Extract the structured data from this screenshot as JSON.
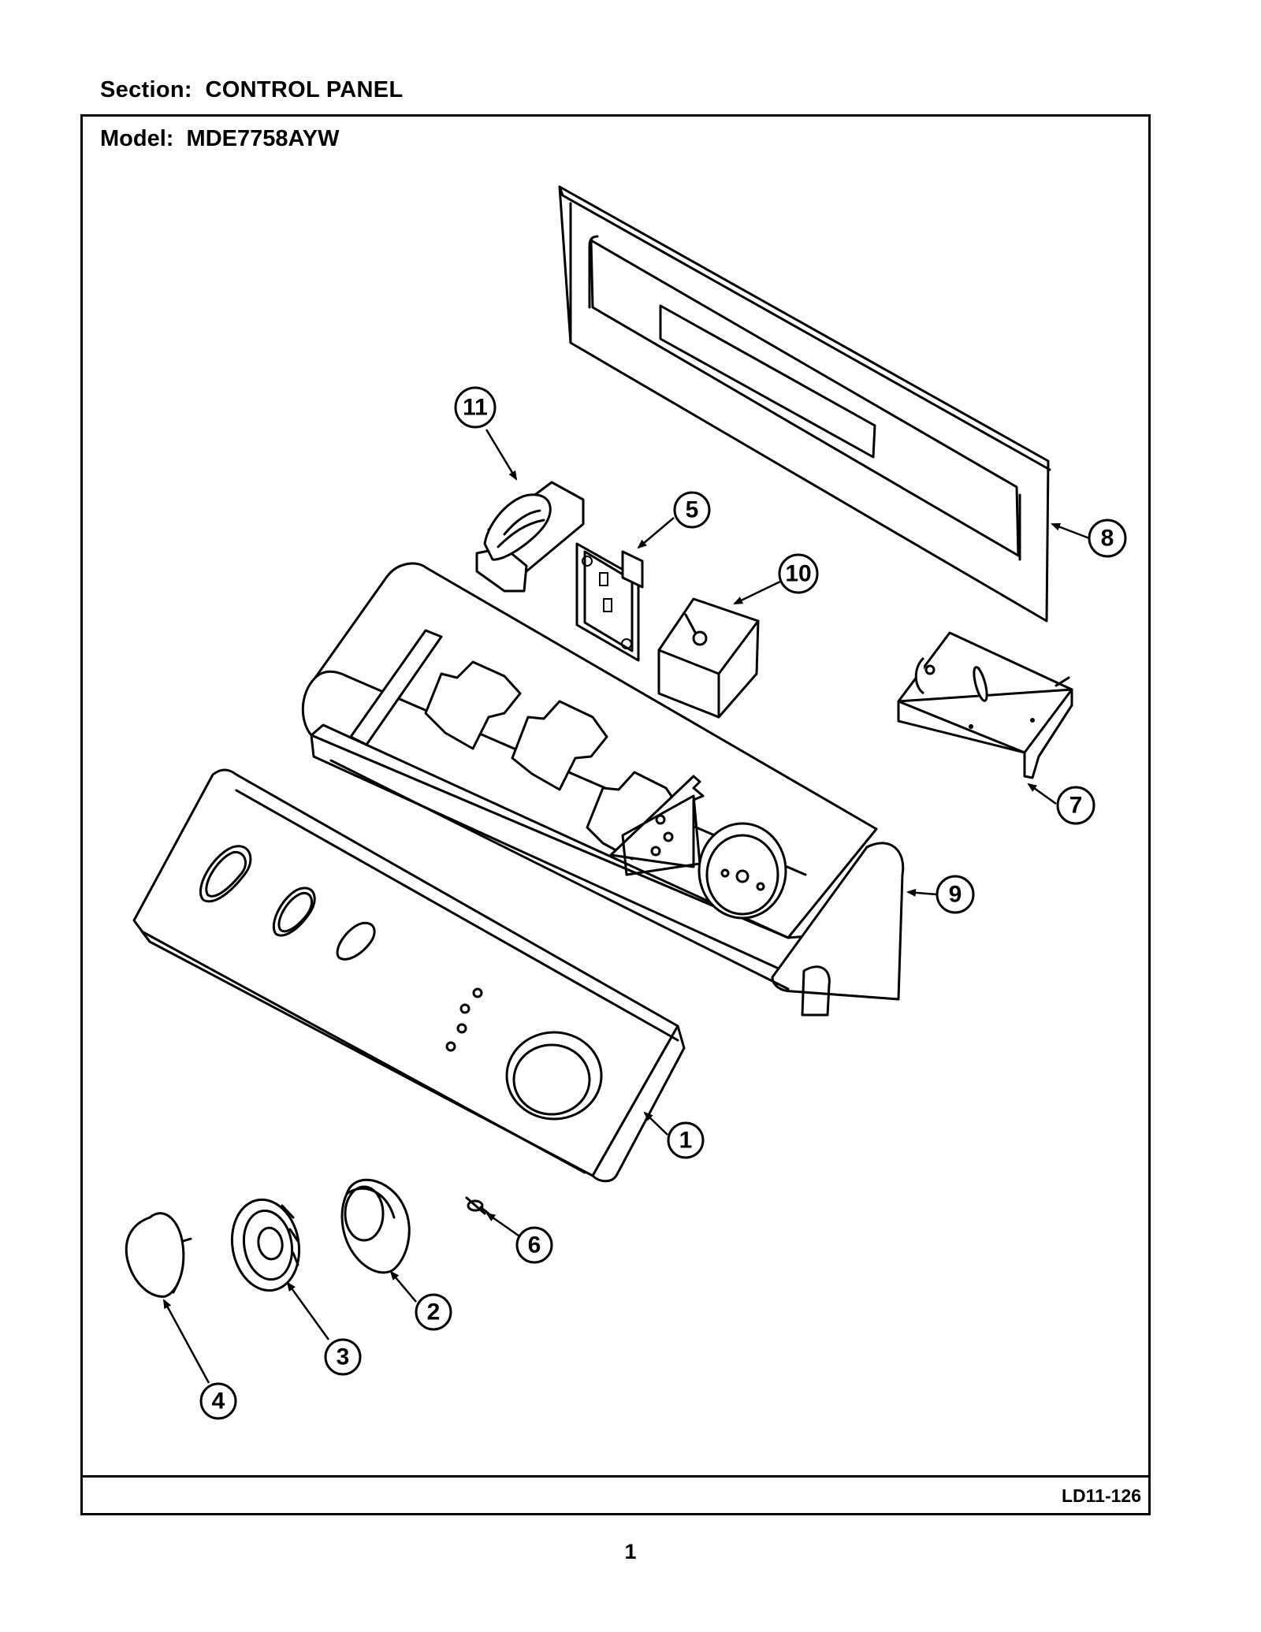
{
  "header": {
    "section_label": "Section:  CONTROL PANEL",
    "model_label": "Model:  MDE7758AYW"
  },
  "footer": {
    "diagram_code": "LD11-126",
    "page_number": "1"
  },
  "callouts": [
    {
      "id": "1",
      "label": "1"
    },
    {
      "id": "2",
      "label": "2"
    },
    {
      "id": "3",
      "label": "3"
    },
    {
      "id": "4",
      "label": "4"
    },
    {
      "id": "5",
      "label": "5"
    },
    {
      "id": "6",
      "label": "6"
    },
    {
      "id": "7",
      "label": "7"
    },
    {
      "id": "8",
      "label": "8"
    },
    {
      "id": "9",
      "label": "9"
    },
    {
      "id": "10",
      "label": "10"
    },
    {
      "id": "11",
      "label": "11"
    }
  ]
}
